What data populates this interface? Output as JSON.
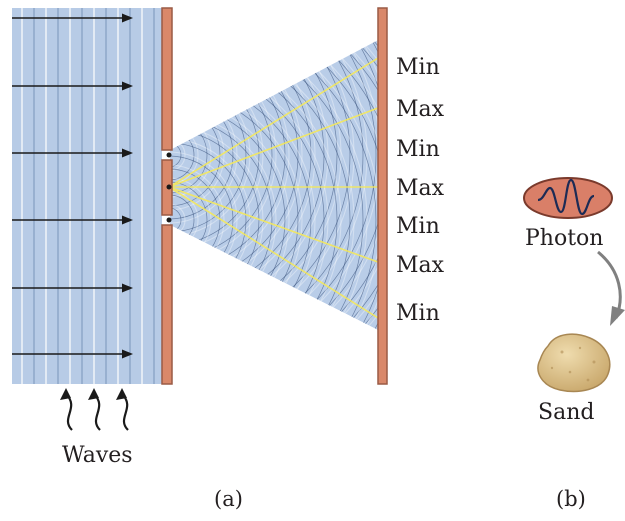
{
  "panel_a": {
    "screen_labels": [
      "Min",
      "Max",
      "Min",
      "Max",
      "Min",
      "Max",
      "Min"
    ],
    "waves_label": "Waves",
    "caption": "(a)"
  },
  "panel_b": {
    "photon_label": "Photon",
    "sand_label": "Sand",
    "caption": "(b)"
  },
  "colors": {
    "wave_field": "#b7cbe6",
    "barrier": "#d9886a",
    "bright_fringe": "#f4e85c",
    "wavefront": "#2a4470",
    "photon_fill": "#d97f68",
    "sand": "#d7bb86"
  }
}
